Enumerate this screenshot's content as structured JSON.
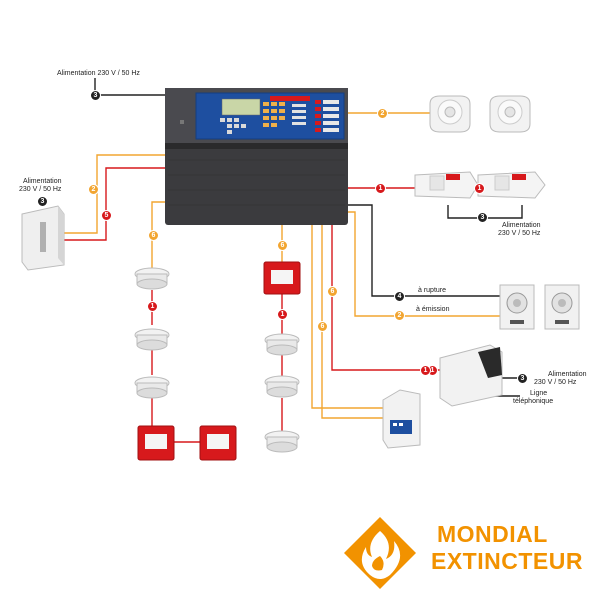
{
  "colors": {
    "orange": "#f2a530",
    "red": "#d7191c",
    "black": "#222222",
    "brand": "#f29200"
  },
  "labels": {
    "top_power": "Alimentation 230 V / 50 Hz",
    "left_power_line1": "Alimentation",
    "left_power_line2": "230 V / 50 Hz",
    "right_power_line1": "Alimentation",
    "right_power_line2": "230 V / 50 Hz",
    "bottom_power_line1": "Alimentation",
    "bottom_power_line2": "230 V / 50 Hz",
    "rupture": "à rupture",
    "emission": "à émission",
    "phone_line1": "Ligne",
    "phone_line2": "téléphonique"
  },
  "badges": [
    {
      "text": "3",
      "kind": "black"
    },
    {
      "text": "3",
      "kind": "black"
    },
    {
      "text": "2",
      "kind": "orange"
    },
    {
      "text": "5",
      "kind": "red"
    },
    {
      "text": "2",
      "kind": "orange"
    },
    {
      "text": "1",
      "kind": "red"
    },
    {
      "text": "1",
      "kind": "red"
    },
    {
      "text": "3",
      "kind": "black"
    },
    {
      "text": "6",
      "kind": "orange"
    },
    {
      "text": "6",
      "kind": "orange"
    },
    {
      "text": "1",
      "kind": "red"
    },
    {
      "text": "1",
      "kind": "red"
    },
    {
      "text": "1",
      "kind": "red"
    },
    {
      "text": "6",
      "kind": "orange"
    },
    {
      "text": "6",
      "kind": "orange"
    },
    {
      "text": "4",
      "kind": "black"
    },
    {
      "text": "2",
      "kind": "orange"
    },
    {
      "text": "1",
      "kind": "red"
    },
    {
      "text": "3",
      "kind": "black"
    }
  ],
  "logo": {
    "line1": "MONDIAL",
    "line2": "EXTINCTEUR"
  }
}
